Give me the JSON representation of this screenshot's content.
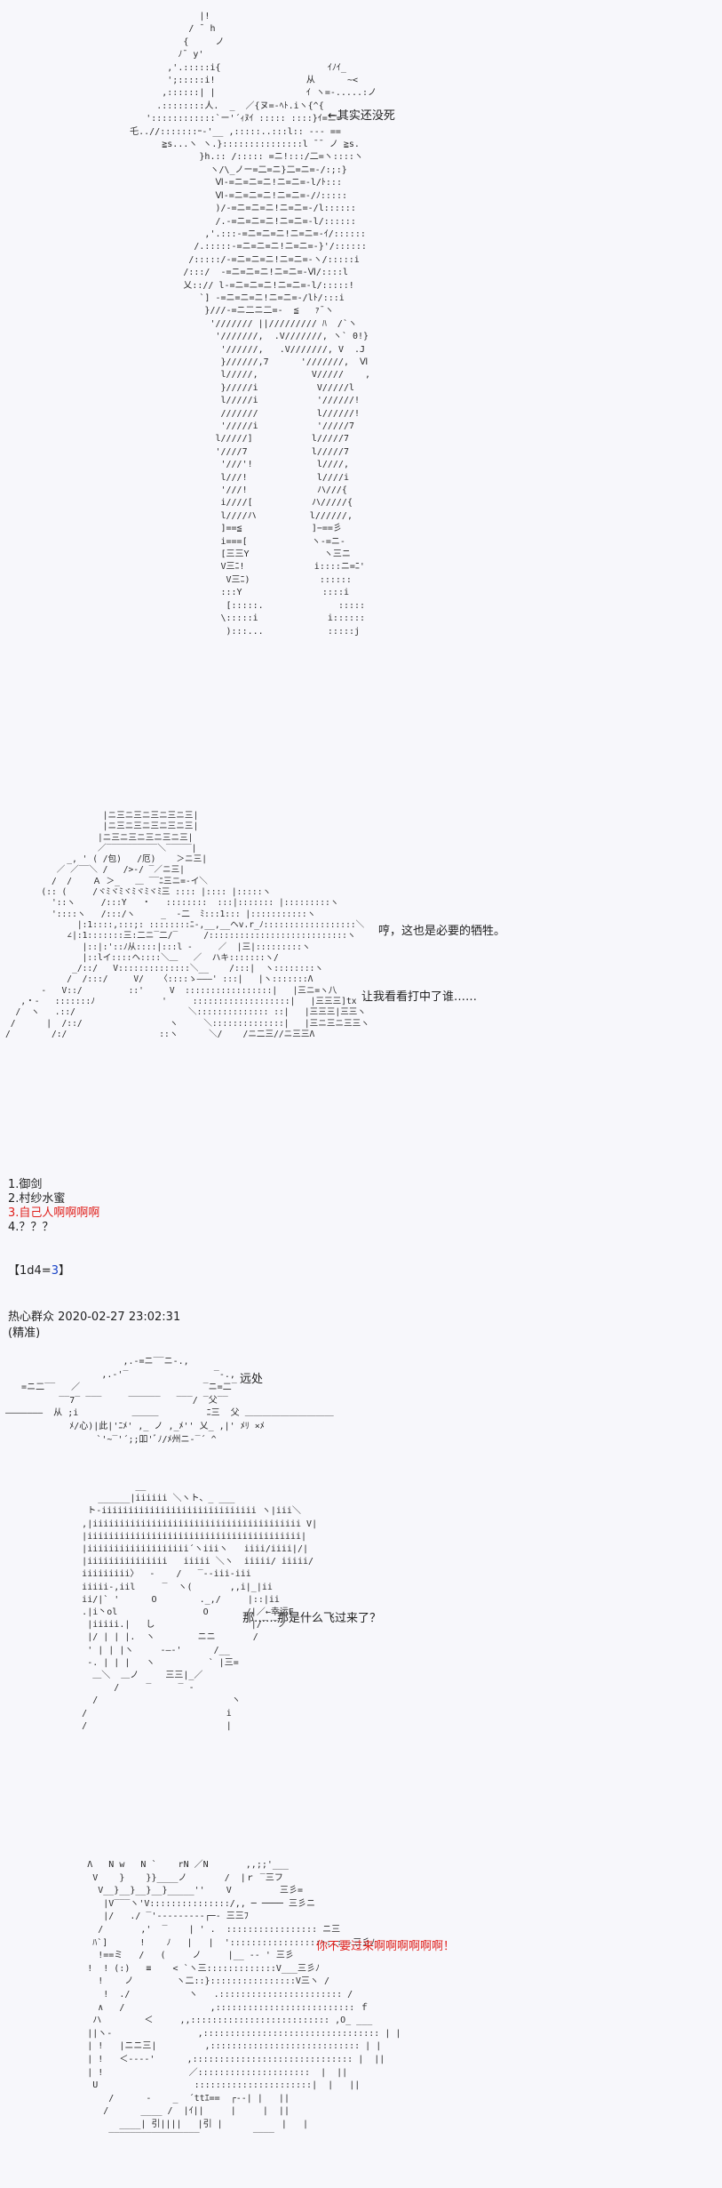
{
  "scene1": {
    "art": "                    |!\n                  / ¯ h\n                 {     ノ\n                ﾉ¯ y'\n              ,'.:::::i{                    ｲﾉｲ_\n              ';:::::i!                 从      ~<\n             ,::::::| |                 ｲ ヽ=-.....:ノ\n            .::::::::人.  _  ／{ヌ=-ﾍﾄ.iヽ{^{\n          '::::::::::::`ー'´ｨﾇｲ ::::: ::::}ｲ=ニ=\n       乇..//:::::::ｰ-'__ ,:::::..:::l:: -‐‐ ==\n             ≧s...ヽ ヽ.}:::::::::::::::l ¯¯ ノ ≧s.\n                    }h.:: /::::: =ニ!:::/二=ヽ::::ヽ\n                      ヽ/\\_ノー=二=ニ}二=ニ=-/:;:}\n                       Ⅵ-=ニ=ニ=ニ!ニ=ニ=-l/ﾄ:::\n                       Ⅵ-=ニ=ニ=ニ!ニ=ニ=-/ﾉ:::::\n                       )/-=ニ=ニ=ニ!ニ=ニ=-/l::::::\n                       /.-=ニ=ニ=ニ!ニ=ニ=-l/::::::\n                     ,'.:::-=ニ=ニ=ニ!ニ=ニ=-ｲ/::::::\n                   /.:::::-=ニ=ニ=ニ!ニ=ニ=-}'/::::::\n                  /:::::/-=ニ=ニ=ニ!ニ=ニ=-ヽ/:::::i\n                 /:::/  -=ニ=ニ=ニ!ニ=ニ=-Ⅵ/::::l\n                 乂::// l-=ニ=ニ=ニ!ニ=ニ=-l/:::::!\n                    `] -=ニ=ニ=ニ!ニ=ニ=-/lﾄ/:::i\n                     }///-=ニ二ニ二=-  ≦   ｧ¯ヽ\n                      '/////// ||///////// ﾊ  /`ヽ\n                       '///////,  .V///////, ヽ` 0!}\n                        '//////,   .V///////, V  .J\n                        }//////,7      '///////,  Ⅵ\n                        l/////,          V/////    ,\n                        }/////i           V/////l\n                        l/////i           '//////!\n                        ///////           l//////!\n                        '/////i           '/////7\n                       l/////]           l/////7\n                       '////7            l/////7\n                        '///'!            l////,\n                        l///!             l////i\n                        '///!             ハ///{\n                        i////[           ハ/////{\n                        l////ハ          l//////,\n                        ]==≦             ]−==彡\n                        i===[            ヽ-=ニ-\n                        [三三Y              ヽ三ニ\n                        V三ﾆ!             i::::ニ=ﾆ'\n                         V三ﾆ)             ::::::\n                        :::Y               ::::i\n                         [:::::.              :::::\n                        \\:::::i             i::::::\n                         ):::...            :::::j",
    "note_right": "←其实还没死"
  },
  "scene2": {
    "art": "                   |ニ三ニ三ニ三ニ三ニ三|\n                   |ニ三ニ三ニ三ニ三ニ三|\n                  |ニ三ニ三ニ三ニ三ニ三|\n                  ／‾‾‾‾‾‾‾‾‾‾＼‾‾‾‾‾|\n            _, ' ( /包)   /厄)    ＞ニ三|\n          ／ ／‾‾＼ /   />‐/ ‾／ニ三|\n         /  /    Ａ ＞_   ＿ ‾‾ﾆ三ニ=‐イ＼\n       (:: (     /ヾﾐヾﾐヾﾐヾﾐヾﾐ三 :::: |:::: |:::::ヽ\n         '::ヽ     /:::Y   ・   ::::::::  :::|::::::: |:::::::::ヽ\n         '::::ヽ   /:::/ヽ     _  ‐二  ﾐ:::1::: |:::::::::::ヽ\n              |:1::::,:::;: ::::::::ﾆ‐,__,__ヘv.r_ﾉ::::::::::::::::::＼\n            ∠|:1:::::::三:二ニ‾二/‾     /:::::::::::::::::::::::::::ヽ\n               |::|:'::ﾉ从::::|:::l ‐     ／  |三|:::::::::ヽ\n               |::lイ::::ヘ::::＼＿   ／  ハキ:::::::ヽ/\n             _/::/   V::::::::::::::＼__    /:::|  ヽ::::::::ヽ\n            /  /:::/     V/   〈::::ゝ―――' :::|   |ヽ:::::::Λ\n       -   V::/         ::'     V  :::::::::::::::::|   |三ニ=ヽ八\n   ,・-   :::::::ﾉ             '     :::::::::::::::::::|   |三三三]tx\n  /  ヽ   .::/                      ＼:::::::::::::: ::|   |三三三|三三ヽ\n /      |  /::/                 ヽ     ＼::::::::::::::|   |三ニ三ニ三三ヽ\n/        /:/                  ::ヽ      ＼/    /ニ二三//ニ三三Λ",
    "say1": "哼，这也是必要的牺牲。",
    "say2": "让我看看打中了谁……"
  },
  "options": {
    "items": [
      "1.御剑",
      "2.村纱水蜜",
      "3.自己人啊啊啊啊",
      "4.？？？"
    ],
    "highlight_index": 2,
    "highlight_color": "#e0201c"
  },
  "dice": {
    "prefix": "【1d4=",
    "value": "3",
    "suffix": "】",
    "value_color": "#1a44c8"
  },
  "post": {
    "author": "热心群众",
    "timestamp": "2020-02-27 23:02:31",
    "tag": "(精准)"
  },
  "scene3": {
    "art": "                      ,.-=ニ‾‾ニ-.,\n                  ,.‐'‾                ‾‐.,\n   =ニ二‾‾   ／                       ‾ニ=二‾\n          ‾‾7‾ ‾‾‾     ‾‾‾‾‾‾   ‾‾‾/ ‾父‾‾\n———————  从 ;i          ＿＿＿         ﾆ三  父 ＿＿＿＿＿＿＿＿＿＿\n            ﾒ/心)|此|'ﾆﾒ' ,_ ノ ,_ﾒ'' 乂_ ,|' ﾒﾘ ×ﾒ\n                 `'~‾'´;;吅'ﾞﾉ/ﾒ州ニ‐‾´ ^",
    "label": "远处"
  },
  "scene4": {
    "art": "                   __\n            ______|iiiiii ＼ヽト、_ ___\n          ト-iiiiiiiiiiiiiiiiiiiiiiiiiiiii ヽ|iii＼\n         ,|iiiiiiiiiiiiiiiiiiiiiiiiiiiiiiiiiiiiiii V|\n         |iiiiiiiiiiiiiiiiiiiiiiiiiiiiiiiiiiiiiiii|\n         |iiiiiiiiiiiiiiiiiii´ヽiiiヽ   iiii/iiii|/|\n         |iiiiiiiiiiiiiii   iiiii ＼ヽ  iiiii/ iiiii/\n         iiiiiiiii〉  ‐    /   ‾‐-iii‐iii\n         iiiii-,iil     ‾  ヽ(       ,,i|_|ii\n         ii/|` '      O        ._,/     |::|ii\n         .|i丶ol                O       /|／←幸运E\n          |iiiii.|   し                  |/‾ ‾ノ\n          |/ | | |.  ヽ        ニニ       /\n          ' | | |ヽ     ‐―‐'      /__\n          -. | | |   ヽ          ` |三=\n           ＿＼  ＿ノ     三三|_／\n               /     ‾     ‾ ‐\n           /                         ヽ\n         /                          i\n         /                          |",
    "question": "那……那是什么飞过来了？"
  },
  "scene5": {
    "art": "          Λ   N w   N `    rN ／N       ,,;;'___\n           V    }    }}____ノ       /  |ｒ ‾三フ\n            V__}__}__}__}_____''    V         三彡=\n             |V‾‾‾ヽ'V:::::::::::::::/,, ─ ──── 三彡ニ\n             |/   ./ ‾'‐‐‐‐‐‐‐‐‐┌─‐ 三三ﾌ\n            /       ,'  ‾    | ' .  ::::::::::::::::: ニ三\n           ﾊ`]      !    ﾉ   |   |  '::::::::::::::::::::: ‐三彡ﾉ\n            !==ミ   /   (     ノ     |__ ‐‐ ' 三彡\n          !  ! (:)   ≡    < `ヽ三:::::::::::::V___三彡ﾉ\n            !    ノ        ヽ二::}::::::::::::::::V三ヽ /\n             !  ./           ヽ   .::::::::::::::::::::::: /\n            ∧   /                ,:::::::::::::::::::::::::: ｆ\n           ハ        ＜     ,,:::::::::::::::::::::::::: ,O_ ___\n          ||ヽ‐                ,::::::::::::::::::::::::::::::::: | |\n          | !   |ニニ三|         ,:::::::::::::::::::::::::::: | |\n          | !   ＜‐‐‐‐'      ,:::::::::::::::::::::::::::::: |  ||\n          | !                ／:::::::::::::::::::::  |  ||\n           U                  ::::::::::::::::::::::|  |   ||\n              /      ‐    _  ´ttｴ==  ┌‐‐| |   ||\n             /      ____ /  |ｲ||     |     |  ||\n                ____| 引||||   |引 |           |   |\n              ‾‾‾‾‾‾‾‾‾‾‾‾‾‾‾‾‾          ‾‾‾‾",
    "shout": "你不要过来啊啊啊啊啊啊！",
    "shout_color": "#e0201c"
  }
}
